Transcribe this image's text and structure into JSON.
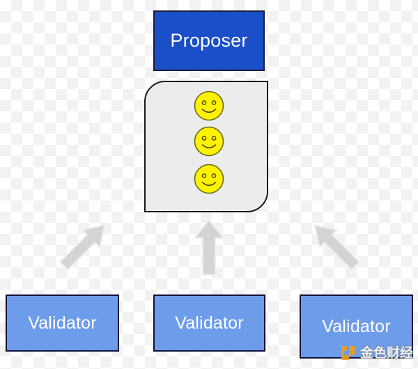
{
  "diagram": {
    "title": "Proposer and Validators consensus diagram",
    "background_style": "checkerboard-transparency",
    "colors": {
      "proposer_fill": "#1a4fc8",
      "proposer_border": "#1c1c3c",
      "validator_fill": "#6d9ceb",
      "validator_border": "#10103a",
      "pool_fill": "#ececec",
      "pool_border": "#1a1a1a",
      "smiley_fill": "#fff200",
      "smiley_stroke": "#6b6b18",
      "arrow_fill": "#d4d4d4",
      "arrow_stroke": "#ededed",
      "label_text": "#ffffff",
      "watermark_accent": "#e8a020"
    }
  },
  "proposer": {
    "label": "Proposer"
  },
  "pool": {
    "name": "smiley-pool",
    "items": [
      {
        "icon": "smiley-face-icon",
        "label": "smiley-1"
      },
      {
        "icon": "smiley-face-icon",
        "label": "smiley-2"
      },
      {
        "icon": "smiley-face-icon",
        "label": "smiley-3"
      }
    ]
  },
  "arrows": [
    {
      "name": "arrow-left",
      "direction": "up-right",
      "icon": "arrow-up-right-icon"
    },
    {
      "name": "arrow-middle",
      "direction": "up",
      "icon": "arrow-up-icon"
    },
    {
      "name": "arrow-right",
      "direction": "up-left",
      "icon": "arrow-up-left-icon"
    }
  ],
  "validators": [
    {
      "label": "Validator"
    },
    {
      "label": "Validator"
    },
    {
      "label": "Validator"
    }
  ],
  "watermark": {
    "text": "金色财经",
    "icon": "jinse-logo-icon"
  }
}
